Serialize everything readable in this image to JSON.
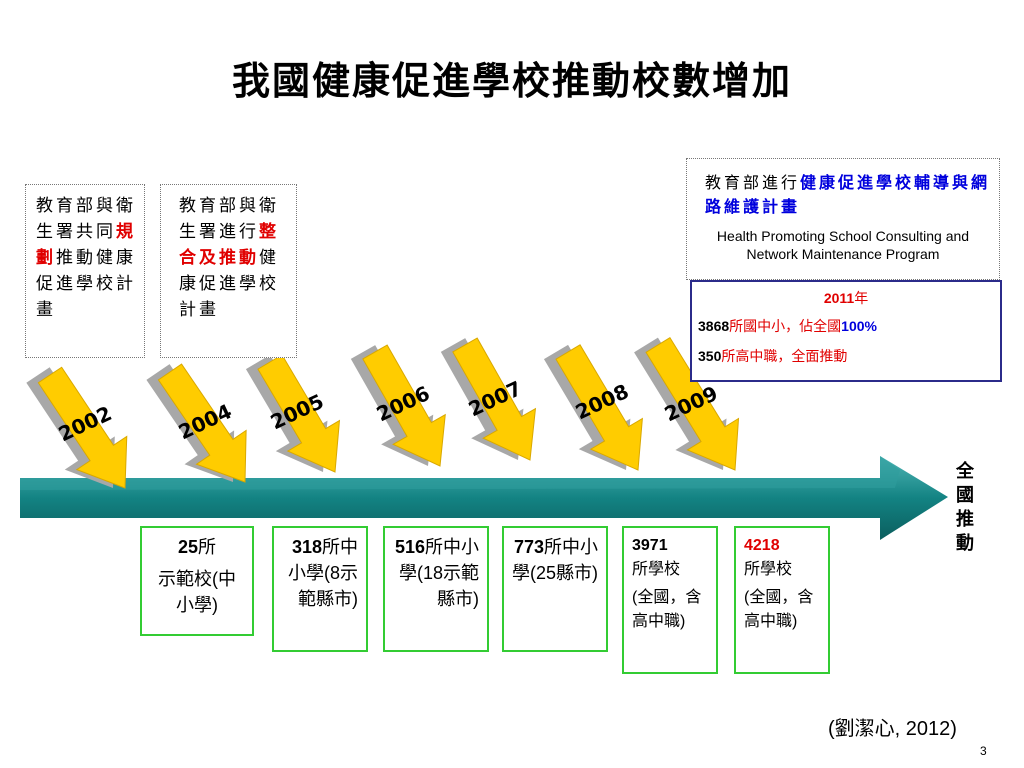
{
  "title": "我國健康促進學校推動校數增加",
  "plan_2002": {
    "pre": "教育部與衛生署共同",
    "highlight": "規劃",
    "post": "推動健康促進學校計畫"
  },
  "plan_2004": {
    "pre": "教育部與衛生署進行",
    "highlight": "整合及推動",
    "post": "健康促進學校計畫"
  },
  "hp_program": {
    "zh_pre": "教育部進行",
    "zh_highlight": "健康促進學校輔導與網路維護計畫",
    "en": "Health Promoting School Consulting and Network Maintenance Program"
  },
  "status_2011": {
    "year": "2011",
    "year_suffix": "年",
    "line1_num": "3868",
    "line1_text": "所國中小，佔全國",
    "line1_pct": "100%",
    "line2_num": "350",
    "line2_text": "所高中職，全面推動"
  },
  "years": [
    "2002",
    "2004",
    "2005",
    "2006",
    "2007",
    "2008",
    "2009"
  ],
  "counts": [
    {
      "num": "25",
      "unit": "所",
      "detail": "示範校(中小學)"
    },
    {
      "num": "318",
      "unit": "所中小學",
      "detail": "(8示範縣市)"
    },
    {
      "num": "516",
      "unit": "所中小學",
      "detail": "(18示範縣市)"
    },
    {
      "num": "773",
      "unit": "所中小學",
      "detail": "(25縣市)"
    },
    {
      "num": "3971",
      "unit": "所學校",
      "detail": "(全國，含高中職)"
    },
    {
      "num": "4218",
      "unit": "所學校",
      "detail": "(全國，含高中職)"
    }
  ],
  "nationwide": "全國推動",
  "citation": "(劉潔心, 2012)",
  "page_number": "3",
  "colors": {
    "timeline": "#138383",
    "arrow_yellow": "#ffcc00",
    "box_green": "#33cc33",
    "accent_red": "#e00000",
    "accent_blue": "#0000dd"
  }
}
